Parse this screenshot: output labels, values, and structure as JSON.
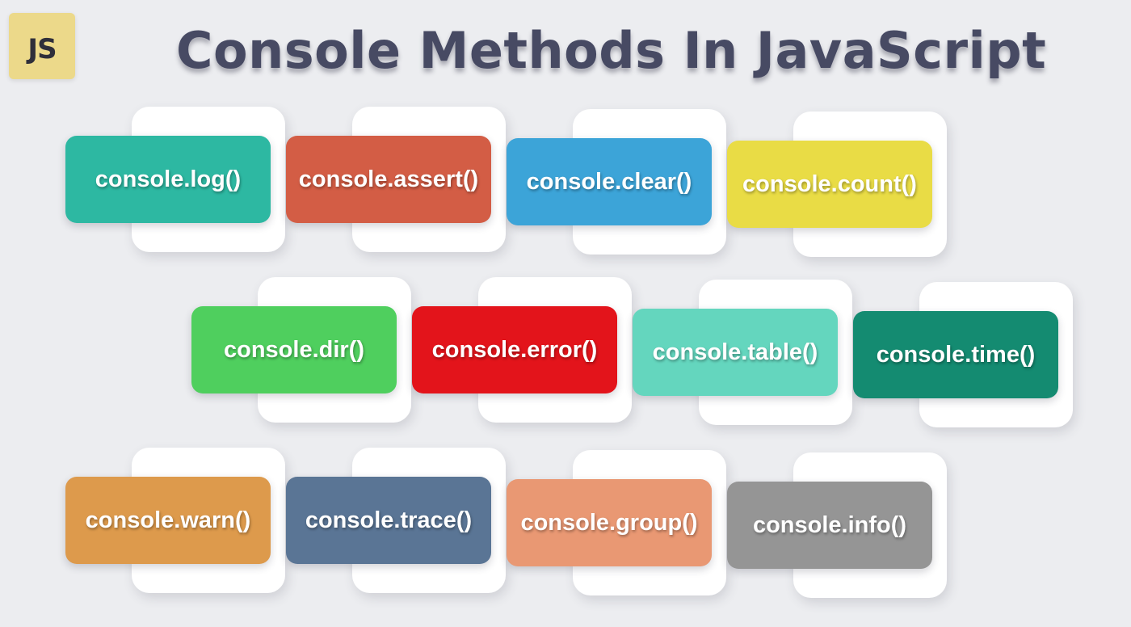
{
  "logo": {
    "text": "JS"
  },
  "title": "Console Methods In JavaScript",
  "rows": [
    {
      "items": [
        {
          "label": "console.log()",
          "color": "#2db8a2"
        },
        {
          "label": "console.assert()",
          "color": "#d35d45"
        },
        {
          "label": "console.clear()",
          "color": "#3ca4d8"
        },
        {
          "label": "console.count()",
          "color": "#e9dc45"
        }
      ]
    },
    {
      "items": [
        {
          "label": "console.dir()",
          "color": "#4fcf5e"
        },
        {
          "label": "console.error()",
          "color": "#e3141b"
        },
        {
          "label": "console.table()",
          "color": "#64d6be"
        },
        {
          "label": "console.time()",
          "color": "#148b71"
        }
      ]
    },
    {
      "items": [
        {
          "label": "console.warn()",
          "color": "#dd9a4c"
        },
        {
          "label": "console.trace()",
          "color": "#5a7595"
        },
        {
          "label": "console.group()",
          "color": "#e99873"
        },
        {
          "label": "console.info()",
          "color": "#959595"
        }
      ]
    }
  ]
}
